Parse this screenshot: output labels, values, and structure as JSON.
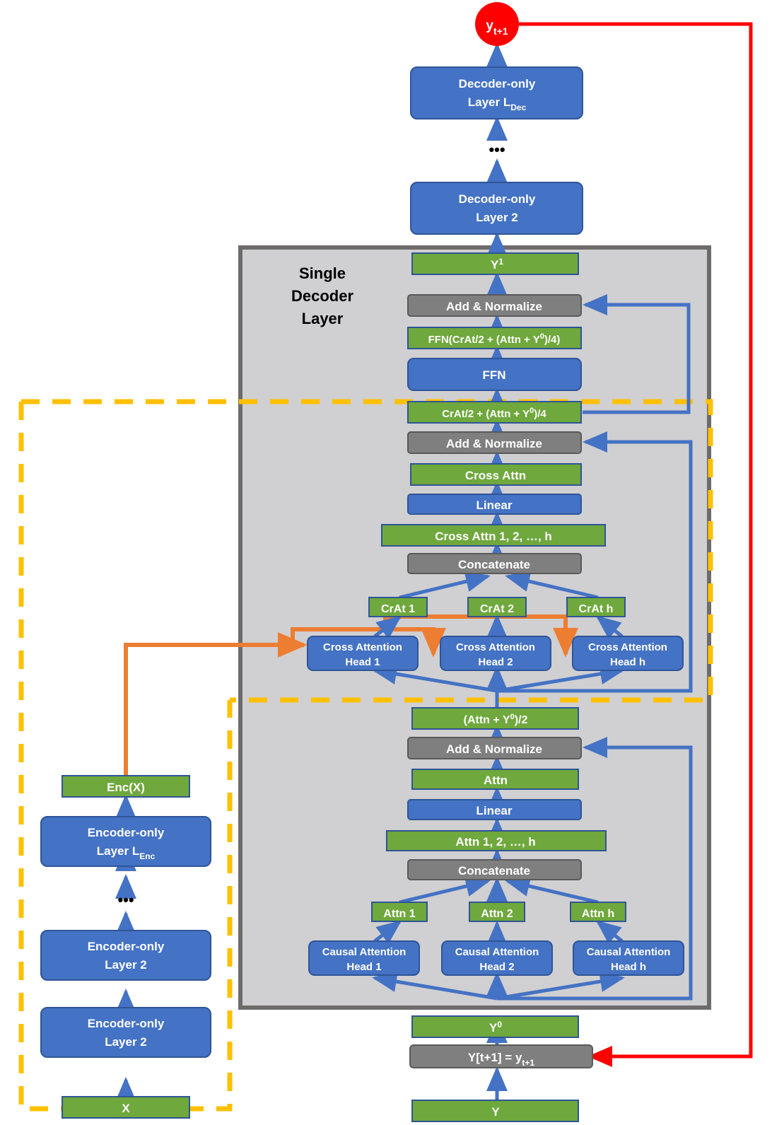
{
  "colors": {
    "green": "#6FA83C",
    "blue": "#4472C4",
    "gray": "#7F7F7F",
    "panel_fill": "#D0CFD1",
    "panel_stroke": "#6E6B6B",
    "red": "#FF0000",
    "orange": "#ED7D31",
    "amber": "#FFC000",
    "arrow_blue": "#4472C4",
    "box_stroke": "#2F5597",
    "text_white": "#FFFFFF",
    "text_black": "#000000"
  },
  "diagram": {
    "title": "Encoder-Decoder Transformer: Single Decoder Layer detail",
    "panel_label": [
      "Single",
      "Decoder",
      "Layer"
    ],
    "ellipsis": "•••"
  },
  "output": {
    "token": "y",
    "token_sub": "t+1"
  },
  "decoder_stack": {
    "top_layer": {
      "line1": "Decoder-only",
      "line2": "Layer L",
      "line2_sub": "Dec"
    },
    "ellipsis": "•••",
    "layer2": {
      "line1": "Decoder-only",
      "line2": "Layer 2"
    }
  },
  "encoder_stack": {
    "enc_out": "Enc(X)",
    "top_layer": {
      "line1": "Encoder-only",
      "line2": "Layer L",
      "line2_sub": "Enc"
    },
    "ellipsis": "•••",
    "layer2": {
      "line1": "Encoder-only",
      "line2": "Layer 2"
    },
    "layer1": {
      "line1": "Encoder-only",
      "line2": "Layer 2"
    },
    "input": "X"
  },
  "decoder_layer": {
    "y1": {
      "text": "Y",
      "sup": "1"
    },
    "add_norm_ffn": "Add & Normalize",
    "ffn_out": {
      "pre": "FFN(CrAt/2 + (Attn + Y",
      "sup": "0",
      "post": ")/4)"
    },
    "ffn": "FFN",
    "crat_sum": {
      "pre": "CrAt/2 + (Attn + Y",
      "sup": "0",
      "post": ")/4"
    },
    "add_norm_cross": "Add & Normalize",
    "cross_attn": "Cross Attn",
    "linear_cross": "Linear",
    "cross_attn_heads_concat_out": "Cross Attn 1, 2, …, h",
    "concatenate_cross": "Concatenate",
    "crat_tokens": [
      "CrAt 1",
      "CrAt 2",
      "CrAt h"
    ],
    "cross_heads": [
      {
        "line1": "Cross Attention",
        "line2": "Head 1"
      },
      {
        "line1": "Cross Attention",
        "line2": "Head 2"
      },
      {
        "line1": "Cross Attention",
        "line2": "Head h"
      }
    ],
    "attn_sum": {
      "pre": "(Attn + Y",
      "sup": "0",
      "post": ")/2"
    },
    "add_norm_self": "Add & Normalize",
    "attn": "Attn",
    "linear_self": "Linear",
    "attn_heads_concat_out": "Attn 1, 2, …, h",
    "concatenate_self": "Concatenate",
    "attn_tokens": [
      "Attn 1",
      "Attn 2",
      "Attn h"
    ],
    "causal_heads": [
      {
        "line1": "Causal Attention",
        "line2": "Head 1"
      },
      {
        "line1": "Causal Attention",
        "line2": "Head 2"
      },
      {
        "line1": "Causal Attention",
        "line2": "Head h"
      }
    ]
  },
  "decoder_input": {
    "y0": {
      "text": "Y",
      "sup": "0"
    },
    "assign": {
      "pre": "Y[t+1] = y",
      "sub": "t+1"
    },
    "y": "Y"
  }
}
